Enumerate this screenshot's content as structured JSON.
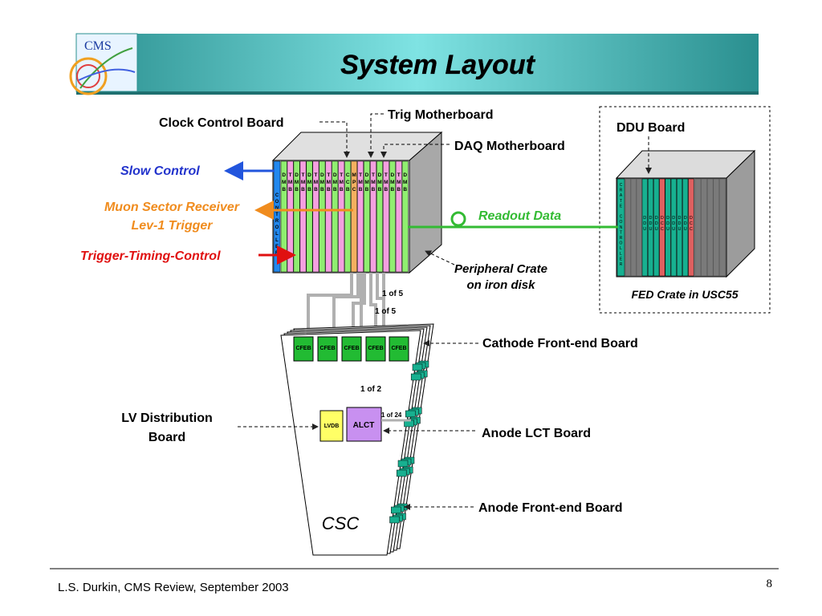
{
  "header": {
    "title": "System Layout",
    "logo_text": "CMS",
    "band_color": "#3fb0b0"
  },
  "labels": {
    "clock_control_board": "Clock Control Board",
    "trig_motherboard": "Trig Motherboard",
    "daq_motherboard": "DAQ Motherboard",
    "ddu_board": "DDU Board",
    "slow_control": "Slow Control",
    "muon_sector_receiver": "Muon Sector Receiver",
    "lev1_trigger": "Lev-1 Trigger",
    "trigger_timing_control": "Trigger-Timing-Control",
    "readout_data": "Readout Data",
    "peripheral_crate_1": "Peripheral Crate",
    "peripheral_crate_2": "on iron disk",
    "fed_crate": "FED Crate in USC55",
    "one_of_5_a": "1 of 5",
    "one_of_5_b": "1 of 5",
    "one_of_2": "1 of 2",
    "one_of_24": "1 of 24",
    "cathode_feb": "Cathode Front-end Board",
    "lv_dist_1": "LV Distribution",
    "lv_dist_2": "Board",
    "anode_lct": "Anode LCT Board",
    "anode_feb": "Anode Front-end Board",
    "csc": "CSC",
    "cfeb": "CFEB",
    "lvdb": "LVDB",
    "alct": "ALCT",
    "controller_vertical": "CONTROLLER",
    "crate_controller_vertical": "CRATE CONTROLLER"
  },
  "peripheral_slots": [
    {
      "text": "DMB",
      "color": "#90ee70"
    },
    {
      "text": "TMB",
      "color": "#f4a0e0"
    },
    {
      "text": "DMB",
      "color": "#90ee70"
    },
    {
      "text": "TMB",
      "color": "#f4a0e0"
    },
    {
      "text": "DMB",
      "color": "#90ee70"
    },
    {
      "text": "TMB",
      "color": "#f4a0e0"
    },
    {
      "text": "DMB",
      "color": "#90ee70"
    },
    {
      "text": "TMB",
      "color": "#f4a0e0"
    },
    {
      "text": "DMB",
      "color": "#90ee70"
    },
    {
      "text": "TMB",
      "color": "#f4a0e0"
    },
    {
      "text": "CCB",
      "color": "#90ee70"
    },
    {
      "text": "MPC",
      "color": "#f4b060"
    },
    {
      "text": "TMB",
      "color": "#f4a0e0"
    },
    {
      "text": "DMB",
      "color": "#90ee70"
    },
    {
      "text": "TMB",
      "color": "#f4a0e0"
    },
    {
      "text": "DMB",
      "color": "#90ee70"
    },
    {
      "text": "TMB",
      "color": "#f4a0e0"
    },
    {
      "text": "DMB",
      "color": "#90ee70"
    },
    {
      "text": "TMB",
      "color": "#f4a0e0"
    },
    {
      "text": "DMB",
      "color": "#90ee70"
    }
  ],
  "fed_slots": [
    "DDU",
    "DDU",
    "DDU",
    "DCC",
    "DDU",
    "DDU",
    "DDU",
    "DDU",
    "DCC"
  ],
  "footer": {
    "credit": "L.S. Durkin,  CMS Review,  September 2003",
    "page_number": "8"
  },
  "colors": {
    "slow_control": "#2233cc",
    "muon_sector": "#f08c1e",
    "trigger_timing": "#e01010",
    "readout": "#33bb33",
    "board_green": "#22bb33",
    "teal_board": "#17b090",
    "alct": "#c890f0",
    "lvdb": "#ffff66"
  }
}
